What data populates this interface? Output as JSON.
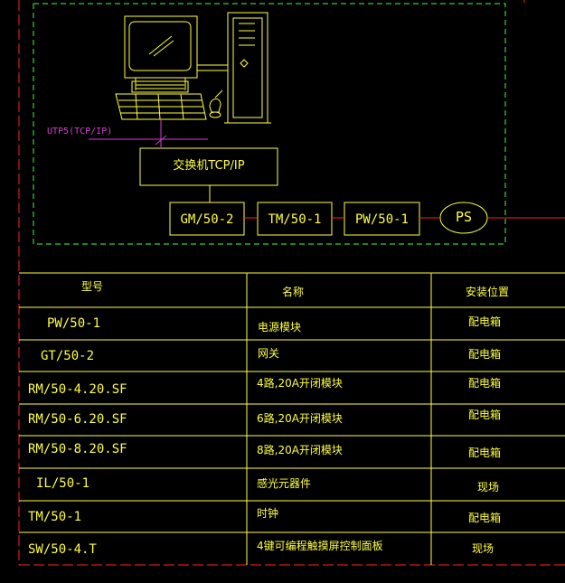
{
  "colors": {
    "background": "#000000",
    "line_yellow": "#ffff40",
    "dash_green": "#40ff40",
    "line_red": "#ff2020",
    "utp_magenta": "#d040d0"
  },
  "diagram": {
    "utp_label": "UTP5(TCP/IP)",
    "switch_label": "交换机TCP/IP",
    "modules": [
      {
        "id": "gm",
        "label": "GM/50-2"
      },
      {
        "id": "tm",
        "label": "TM/50-1"
      },
      {
        "id": "pw",
        "label": "PW/50-1"
      }
    ],
    "ps_label": "PS"
  },
  "table": {
    "headers": [
      "型号",
      "名称",
      "安装位置"
    ],
    "rows": [
      {
        "model": "PW/50-1",
        "name": "电源模块",
        "location": "配电箱"
      },
      {
        "model": "GT/50-2",
        "name": "网关",
        "location": "配电箱"
      },
      {
        "model": "RM/50-4.20.SF",
        "name": "4路,20A开闭模块",
        "location": "配电箱"
      },
      {
        "model": "RM/50-6.20.SF",
        "name": "6路,20A开闭模块",
        "location": "配电箱"
      },
      {
        "model": "RM/50-8.20.SF",
        "name": "8路,20A开闭模块",
        "location": "配电箱"
      },
      {
        "model": "IL/50-1",
        "name": "感光元器件",
        "location": "现场"
      },
      {
        "model": "TM/50-1",
        "name": "时钟",
        "location": "配电箱"
      },
      {
        "model": "SW/50-4.T",
        "name": "4键可编程触摸屏控制面板",
        "location": "现场"
      }
    ]
  }
}
